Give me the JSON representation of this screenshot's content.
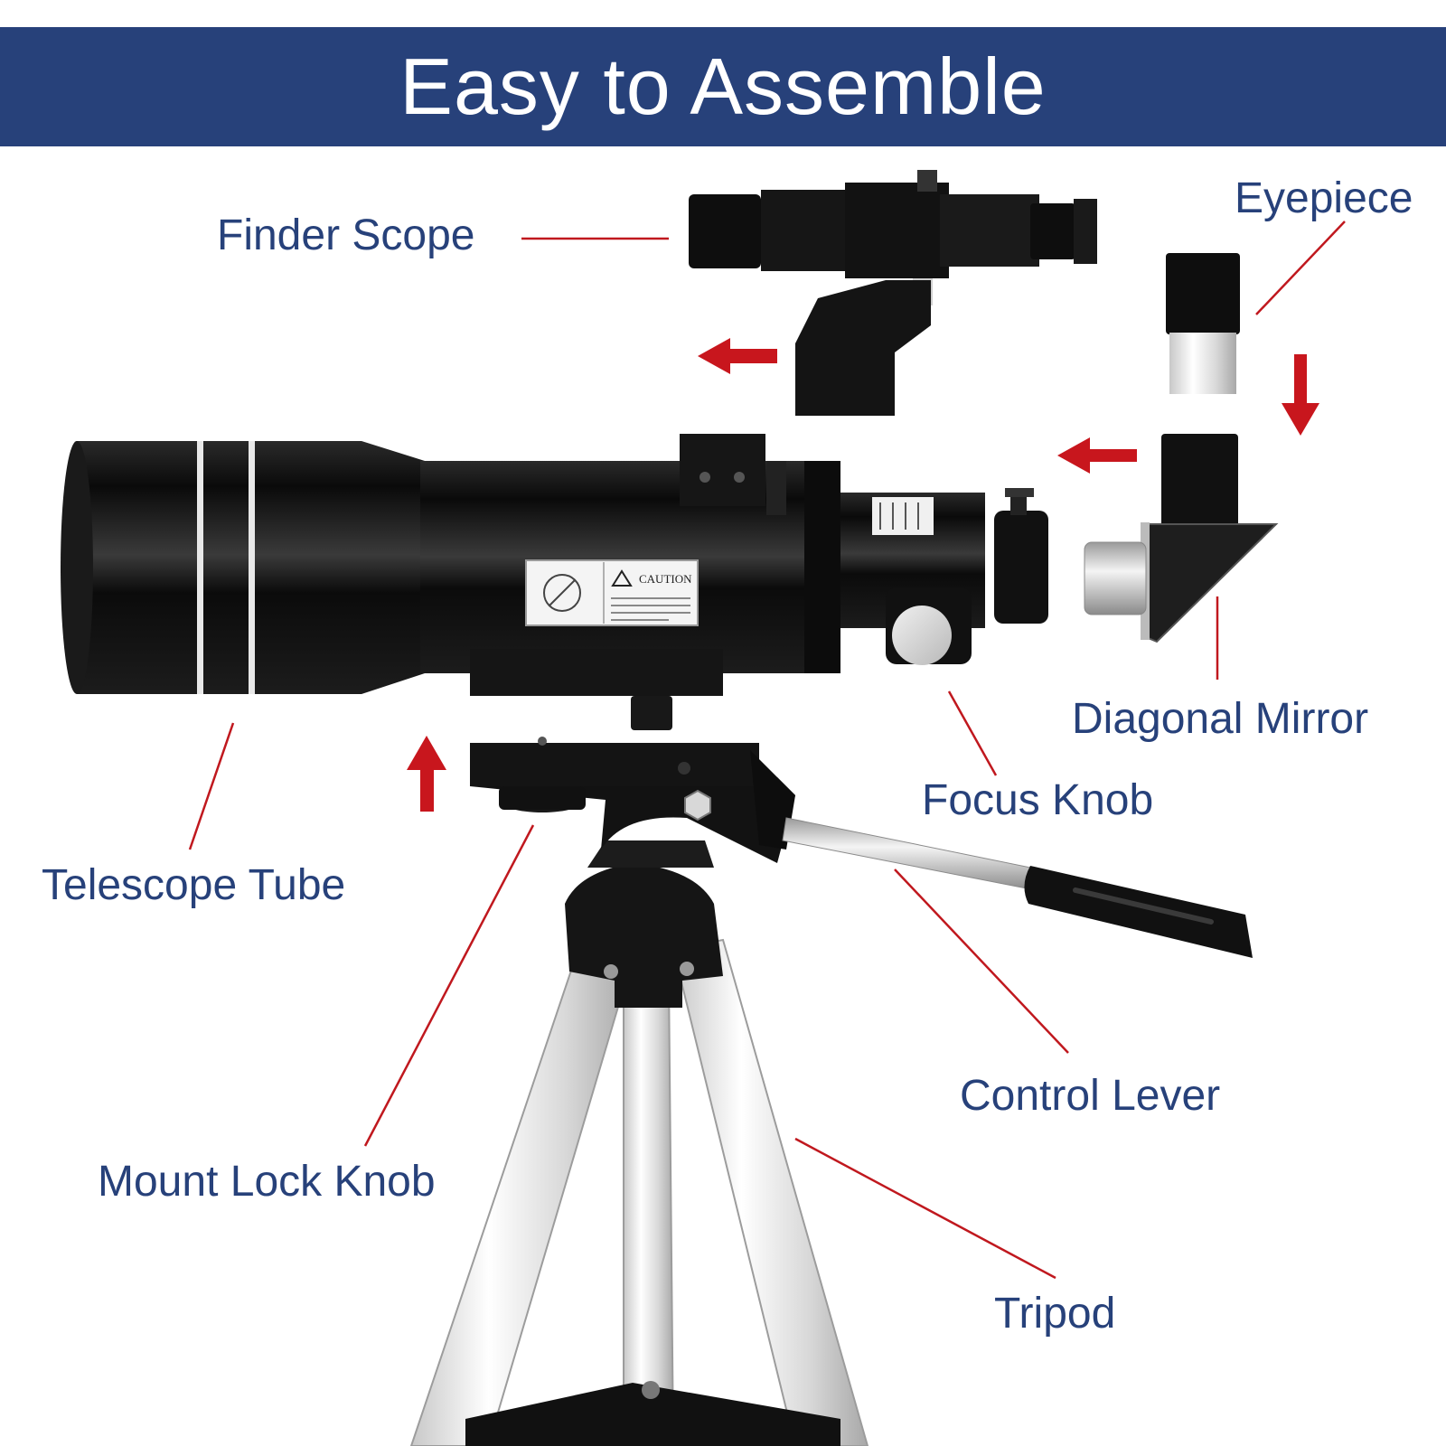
{
  "header": {
    "title": "Easy to Assemble"
  },
  "caution_label": "CAUTION",
  "labels": {
    "finder_scope": "Finder Scope",
    "eyepiece": "Eyepiece",
    "telescope_tube": "Telescope Tube",
    "diagonal_mirror": "Diagonal Mirror",
    "focus_knob": "Focus Knob",
    "control_lever": "Control Lever",
    "mount_lock_knob": "Mount Lock Knob",
    "tripod": "Tripod"
  },
  "colors": {
    "banner": "#27417a",
    "label_text": "#27417a",
    "leader_line": "#c0181e",
    "arrow": "#c8161d",
    "scope_black": "#0c0c0c"
  }
}
